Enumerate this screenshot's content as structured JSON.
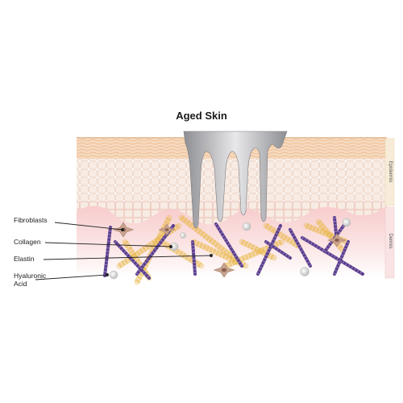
{
  "title": "Aged Skin",
  "layers": {
    "epidermis": "Epidermis",
    "dermis": "Dermis"
  },
  "labels": {
    "fibroblasts": "Fibroblasts",
    "collagen": "Collagen",
    "elastin": "Elastin",
    "hyaluronic_line1": "Hyaluronic",
    "hyaluronic_line2": "Acid"
  },
  "colors": {
    "stratum": "#f7dcc4",
    "cells": "#f6e6dd",
    "dermis": "#f9dcdc",
    "elastin": "#5b3f8c",
    "collagen": "#e9b84a",
    "fibroblast": "#c9a38f",
    "hyaluronic": "#d4d4d4",
    "needle": "#a8a9ad"
  }
}
